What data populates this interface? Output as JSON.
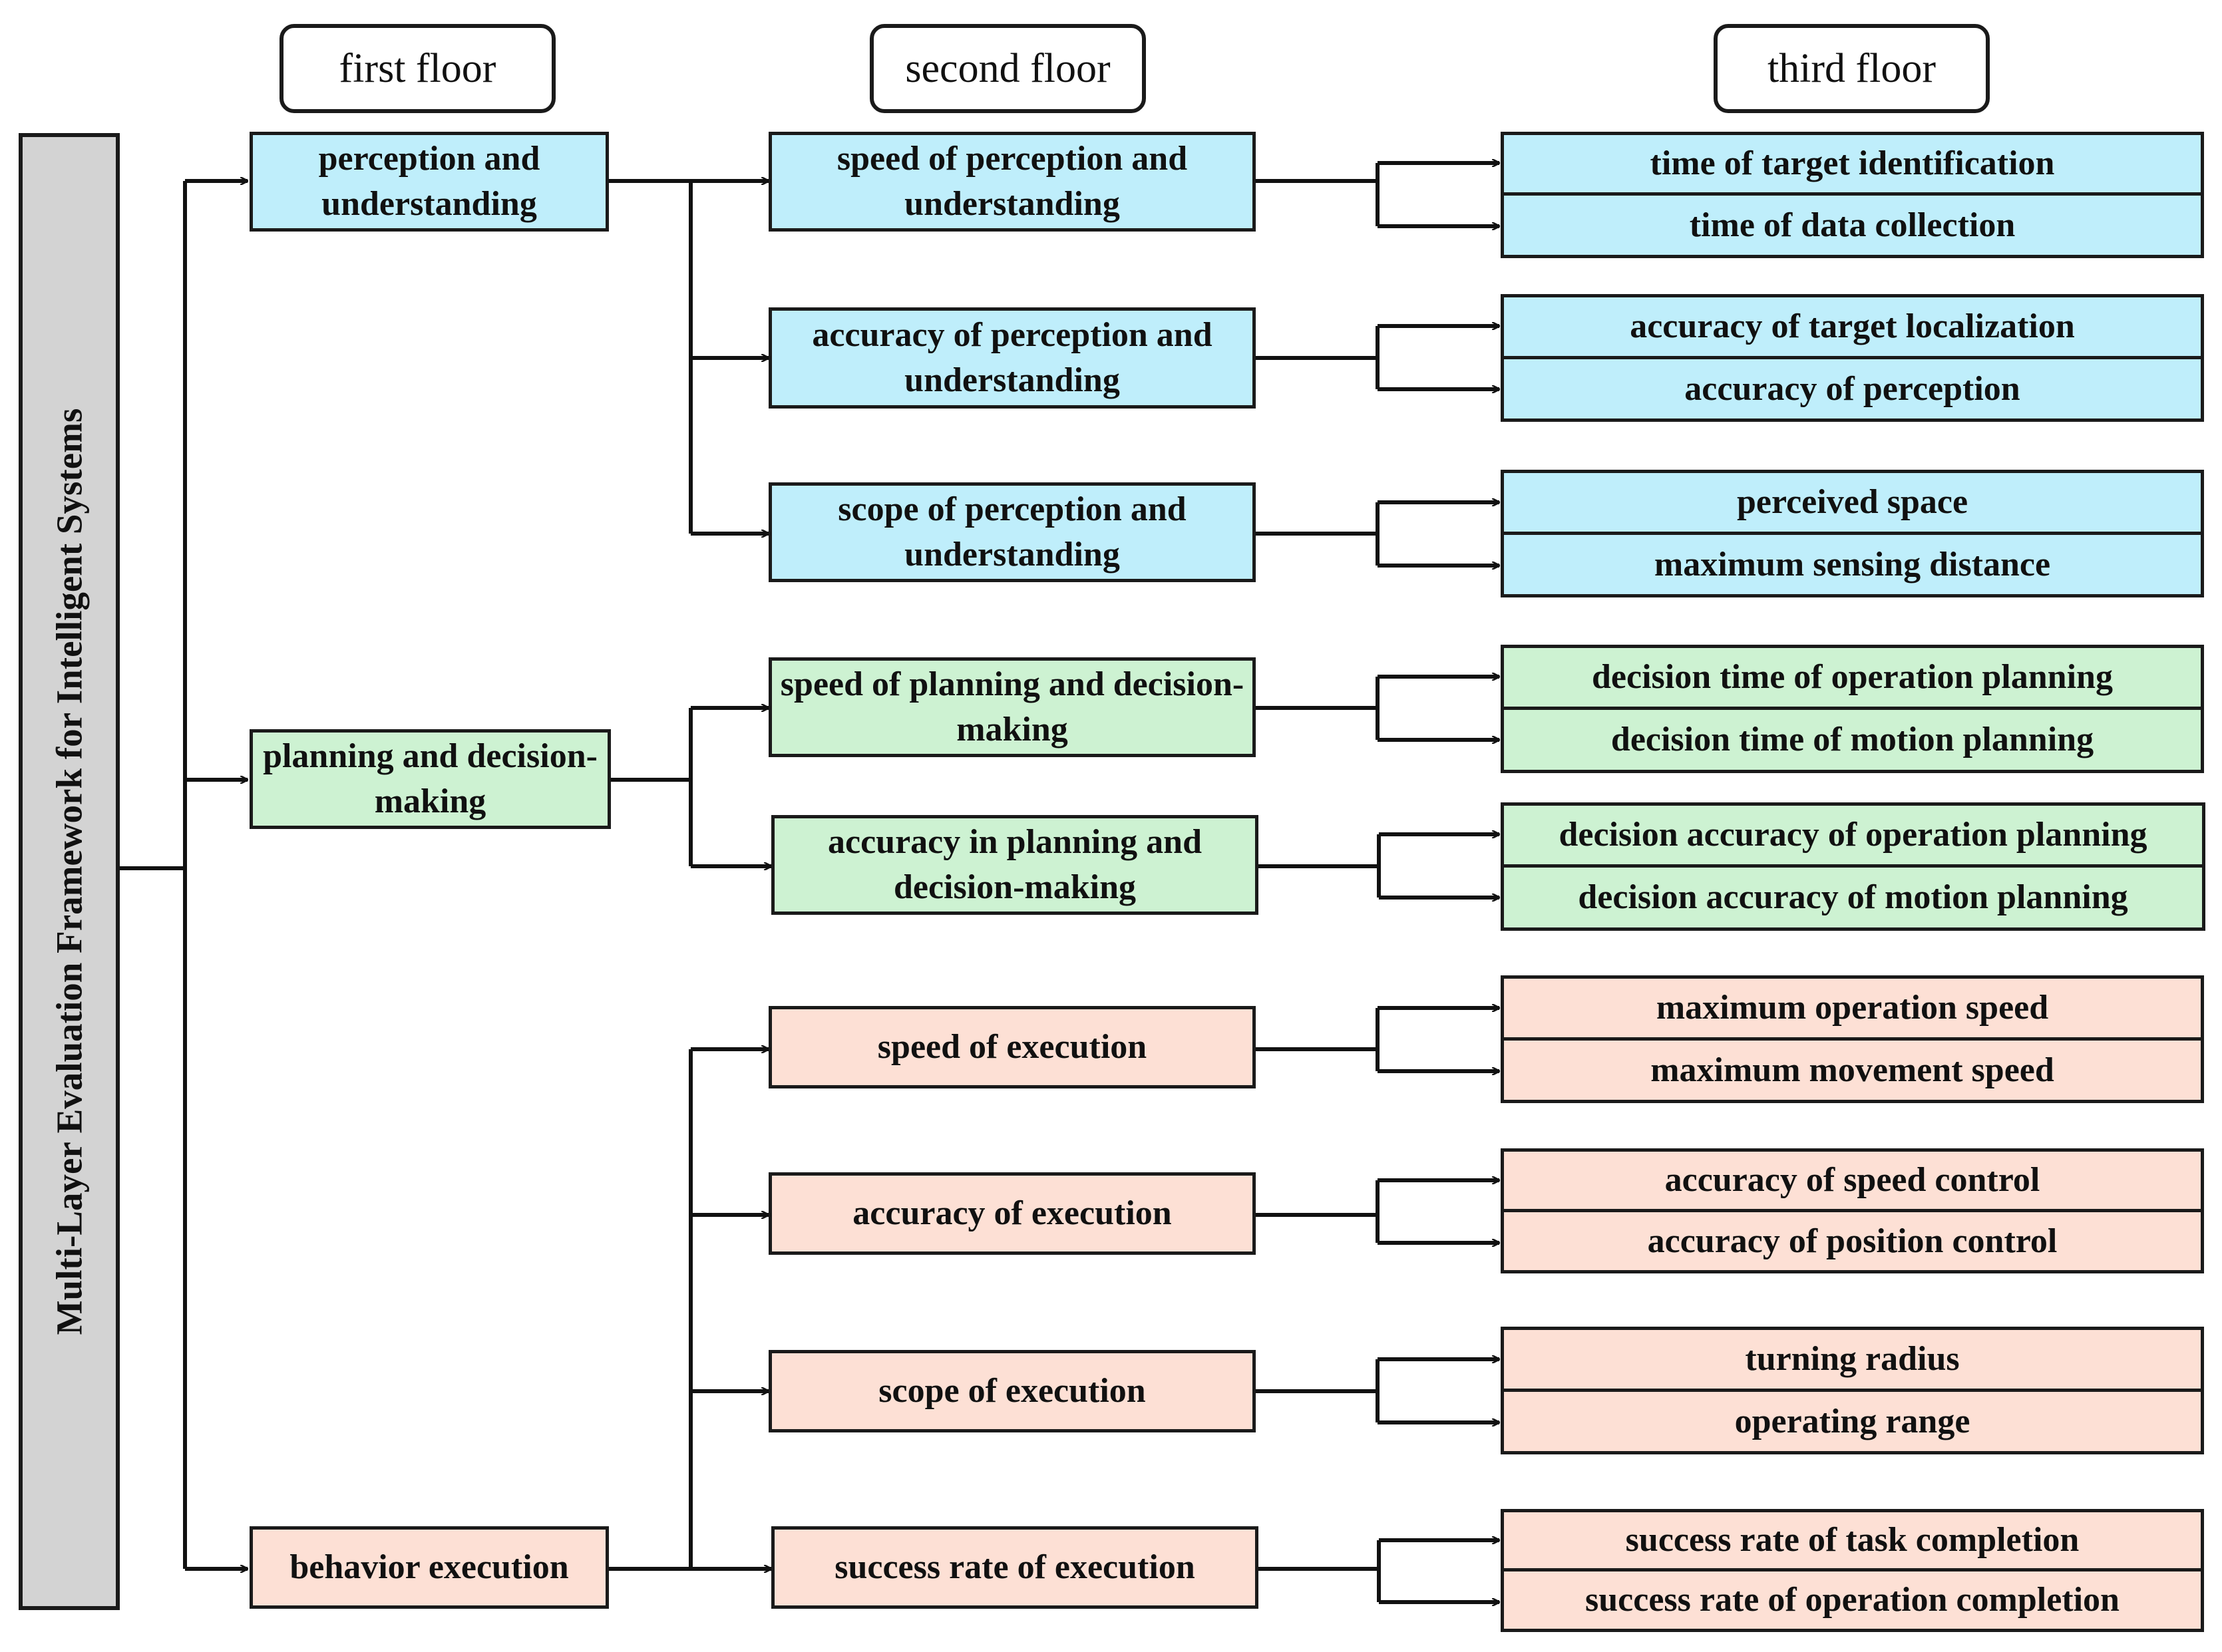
{
  "colors": {
    "perception": "#bfeefb",
    "planning": "#cdf2d2",
    "execution": "#fde0d5",
    "root": "#d3d3d3",
    "line": "#111111"
  },
  "headers": {
    "first": "first floor",
    "second": "second floor",
    "third": "third floor"
  },
  "root": {
    "title": "Multi-Layer Evaluation Framework for Intelligent Systems"
  },
  "first_floor": {
    "perception": "perception and understanding",
    "planning": "planning and decision-making",
    "execution": "behavior execution"
  },
  "second_floor": {
    "speed_perception": "speed of perception and understanding",
    "accuracy_perception": "accuracy of perception and understanding",
    "scope_perception": "scope of perception and understanding",
    "speed_planning": "speed of planning and decision-making",
    "accuracy_planning": "accuracy in planning and decision-making",
    "speed_execution": "speed of execution",
    "accuracy_execution": "accuracy of execution",
    "scope_execution": "scope of execution",
    "success_execution": "success rate of execution"
  },
  "third_floor": {
    "time_target": "time of target identification",
    "time_data": "time of data collection",
    "acc_target": "accuracy of target localization",
    "acc_perception": "accuracy of perception",
    "perceived_space": "perceived space",
    "max_sensing": "maximum sensing distance",
    "decision_time_op": "decision time of operation planning",
    "decision_time_motion": "decision time of motion planning",
    "decision_acc_op": "decision accuracy of operation planning",
    "decision_acc_motion": "decision accuracy of motion planning",
    "max_op_speed": "maximum operation speed",
    "max_move_speed": "maximum movement speed",
    "acc_speed_ctrl": "accuracy of speed control",
    "acc_pos_ctrl": "accuracy of position control",
    "turning_radius": "turning radius",
    "operating_range": "operating range",
    "success_task": "success rate of task completion",
    "success_op": "success rate of operation completion"
  }
}
